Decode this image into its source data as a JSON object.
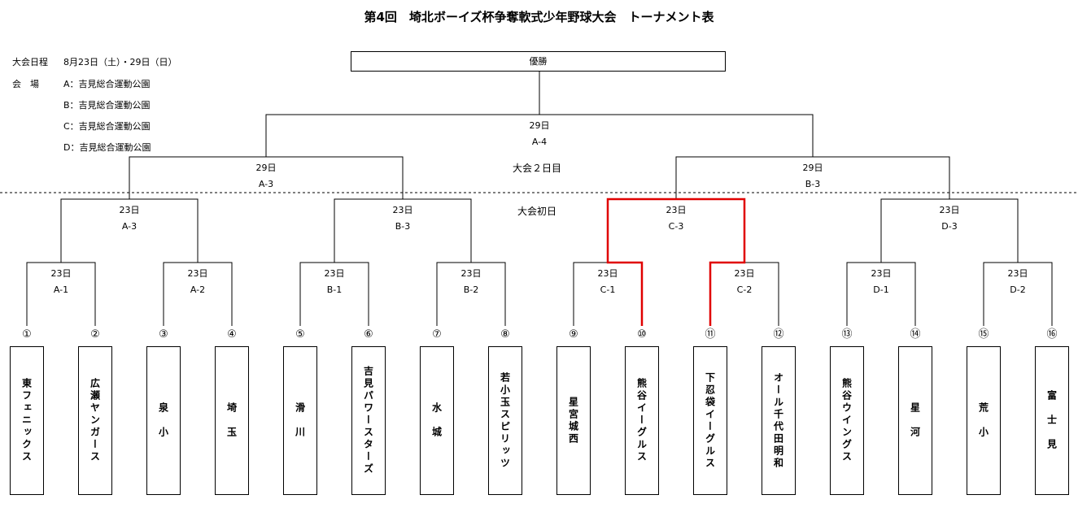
{
  "title": "第4回　埼北ボーイズ杯争奪軟式少年野球大会　トーナメント表",
  "info": {
    "schedule_label": "大会日程",
    "schedule_value": "8月23日（土）・29日（日）",
    "venue_label": "会　場",
    "venues": [
      "A：吉見総合運動公園",
      "B：吉見総合運動公園",
      "C：吉見総合運動公園",
      "D：吉見総合運動公園"
    ]
  },
  "champion": "優勝",
  "notes": {
    "day2": "大会２日目",
    "day1": "大会初日"
  },
  "final": {
    "date": "29日",
    "code": "A-4"
  },
  "semis": [
    {
      "date": "29日",
      "code": "A-3"
    },
    {
      "date": "29日",
      "code": "B-3"
    }
  ],
  "quarters": [
    {
      "date": "23日",
      "code": "A-3"
    },
    {
      "date": "23日",
      "code": "B-3"
    },
    {
      "date": "23日",
      "code": "C-3"
    },
    {
      "date": "23日",
      "code": "D-3"
    }
  ],
  "first_round": [
    {
      "date": "23日",
      "code": "A-1"
    },
    {
      "date": "23日",
      "code": "A-2"
    },
    {
      "date": "23日",
      "code": "B-1"
    },
    {
      "date": "23日",
      "code": "B-2"
    },
    {
      "date": "23日",
      "code": "C-1"
    },
    {
      "date": "23日",
      "code": "C-2"
    },
    {
      "date": "23日",
      "code": "D-1"
    },
    {
      "date": "23日",
      "code": "D-2"
    }
  ],
  "teams": [
    {
      "seed": "①",
      "name": "東フェニックス"
    },
    {
      "seed": "②",
      "name": "広瀬ヤンガース"
    },
    {
      "seed": "③",
      "name": "泉　小"
    },
    {
      "seed": "④",
      "name": "埼　玉"
    },
    {
      "seed": "⑤",
      "name": "滑　川"
    },
    {
      "seed": "⑥",
      "name": "吉見パワースターズ"
    },
    {
      "seed": "⑦",
      "name": "水　城"
    },
    {
      "seed": "⑧",
      "name": "若小玉スピリッツ"
    },
    {
      "seed": "⑨",
      "name": "星宮城西"
    },
    {
      "seed": "⑩",
      "name": "熊谷イーグルス"
    },
    {
      "seed": "⑪",
      "name": "下忍袋イーグルス"
    },
    {
      "seed": "⑫",
      "name": "オール千代田明和"
    },
    {
      "seed": "⑬",
      "name": "熊谷ウイングス"
    },
    {
      "seed": "⑭",
      "name": "星　河"
    },
    {
      "seed": "⑮",
      "name": "荒　小"
    },
    {
      "seed": "⑯",
      "name": "富　士　見"
    }
  ],
  "colors": {
    "line": "#000000",
    "winner_path": "#e00000"
  }
}
